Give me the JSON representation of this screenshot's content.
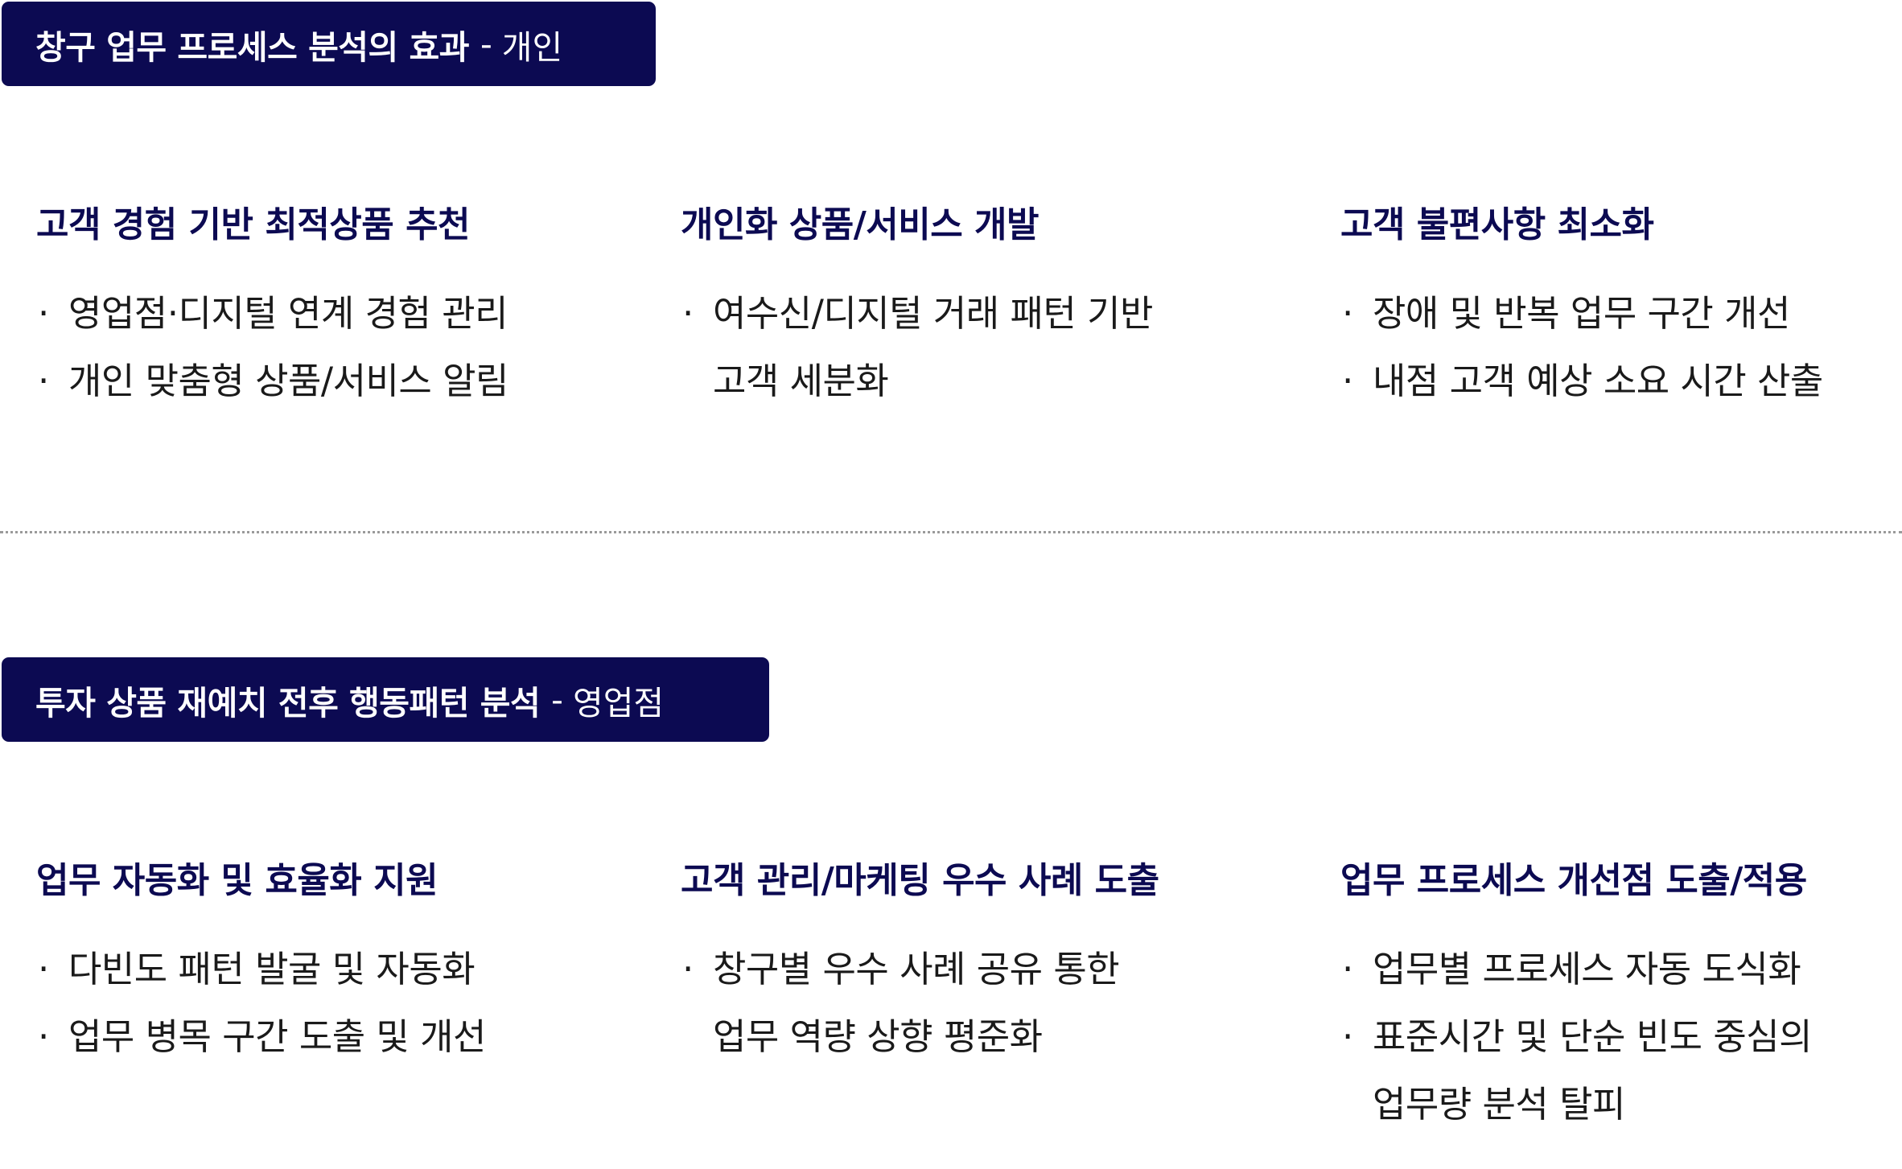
{
  "sections": [
    {
      "title": "창구 업무 프로세스 분석의 효과",
      "separator": "-",
      "scope": "개인",
      "columns": [
        {
          "heading": "고객 경험 기반 최적상품 추천",
          "bullets": [
            [
              "영업점·디지털 연계 경험 관리"
            ],
            [
              "개인 맞춤형 상품/서비스 알림"
            ]
          ]
        },
        {
          "heading": "개인화 상품/서비스 개발",
          "bullets": [
            [
              "여수신/디지털 거래 패턴 기반",
              "고객 세분화"
            ]
          ]
        },
        {
          "heading": "고객 불편사항 최소화",
          "bullets": [
            [
              "장애 및 반복 업무 구간 개선"
            ],
            [
              "내점 고객 예상 소요 시간 산출"
            ]
          ]
        }
      ]
    },
    {
      "title": "투자 상품 재예치 전후 행동패턴 분석",
      "separator": "-",
      "scope": "영업점",
      "columns": [
        {
          "heading": "업무 자동화 및 효율화 지원",
          "bullets": [
            [
              "다빈도 패턴 발굴 및 자동화"
            ],
            [
              "업무 병목 구간 도출 및 개선"
            ]
          ]
        },
        {
          "heading": "고객 관리/마케팅 우수 사례 도출",
          "bullets": [
            [
              "창구별 우수 사례 공유 통한",
              "업무 역량 상향 평준화"
            ]
          ]
        },
        {
          "heading": "업무 프로세스 개선점 도출/적용",
          "bullets": [
            [
              "업무별 프로세스 자동 도식화"
            ],
            [
              "표준시간 및 단순 빈도 중심의",
              "업무량 분석 탈피"
            ]
          ]
        }
      ]
    }
  ],
  "bullet_symbol": "·",
  "colors": {
    "brand_navy": "#0c0a52",
    "body_text": "#1a1a1a",
    "divider": "#9a9a9a",
    "background": "#ffffff"
  }
}
